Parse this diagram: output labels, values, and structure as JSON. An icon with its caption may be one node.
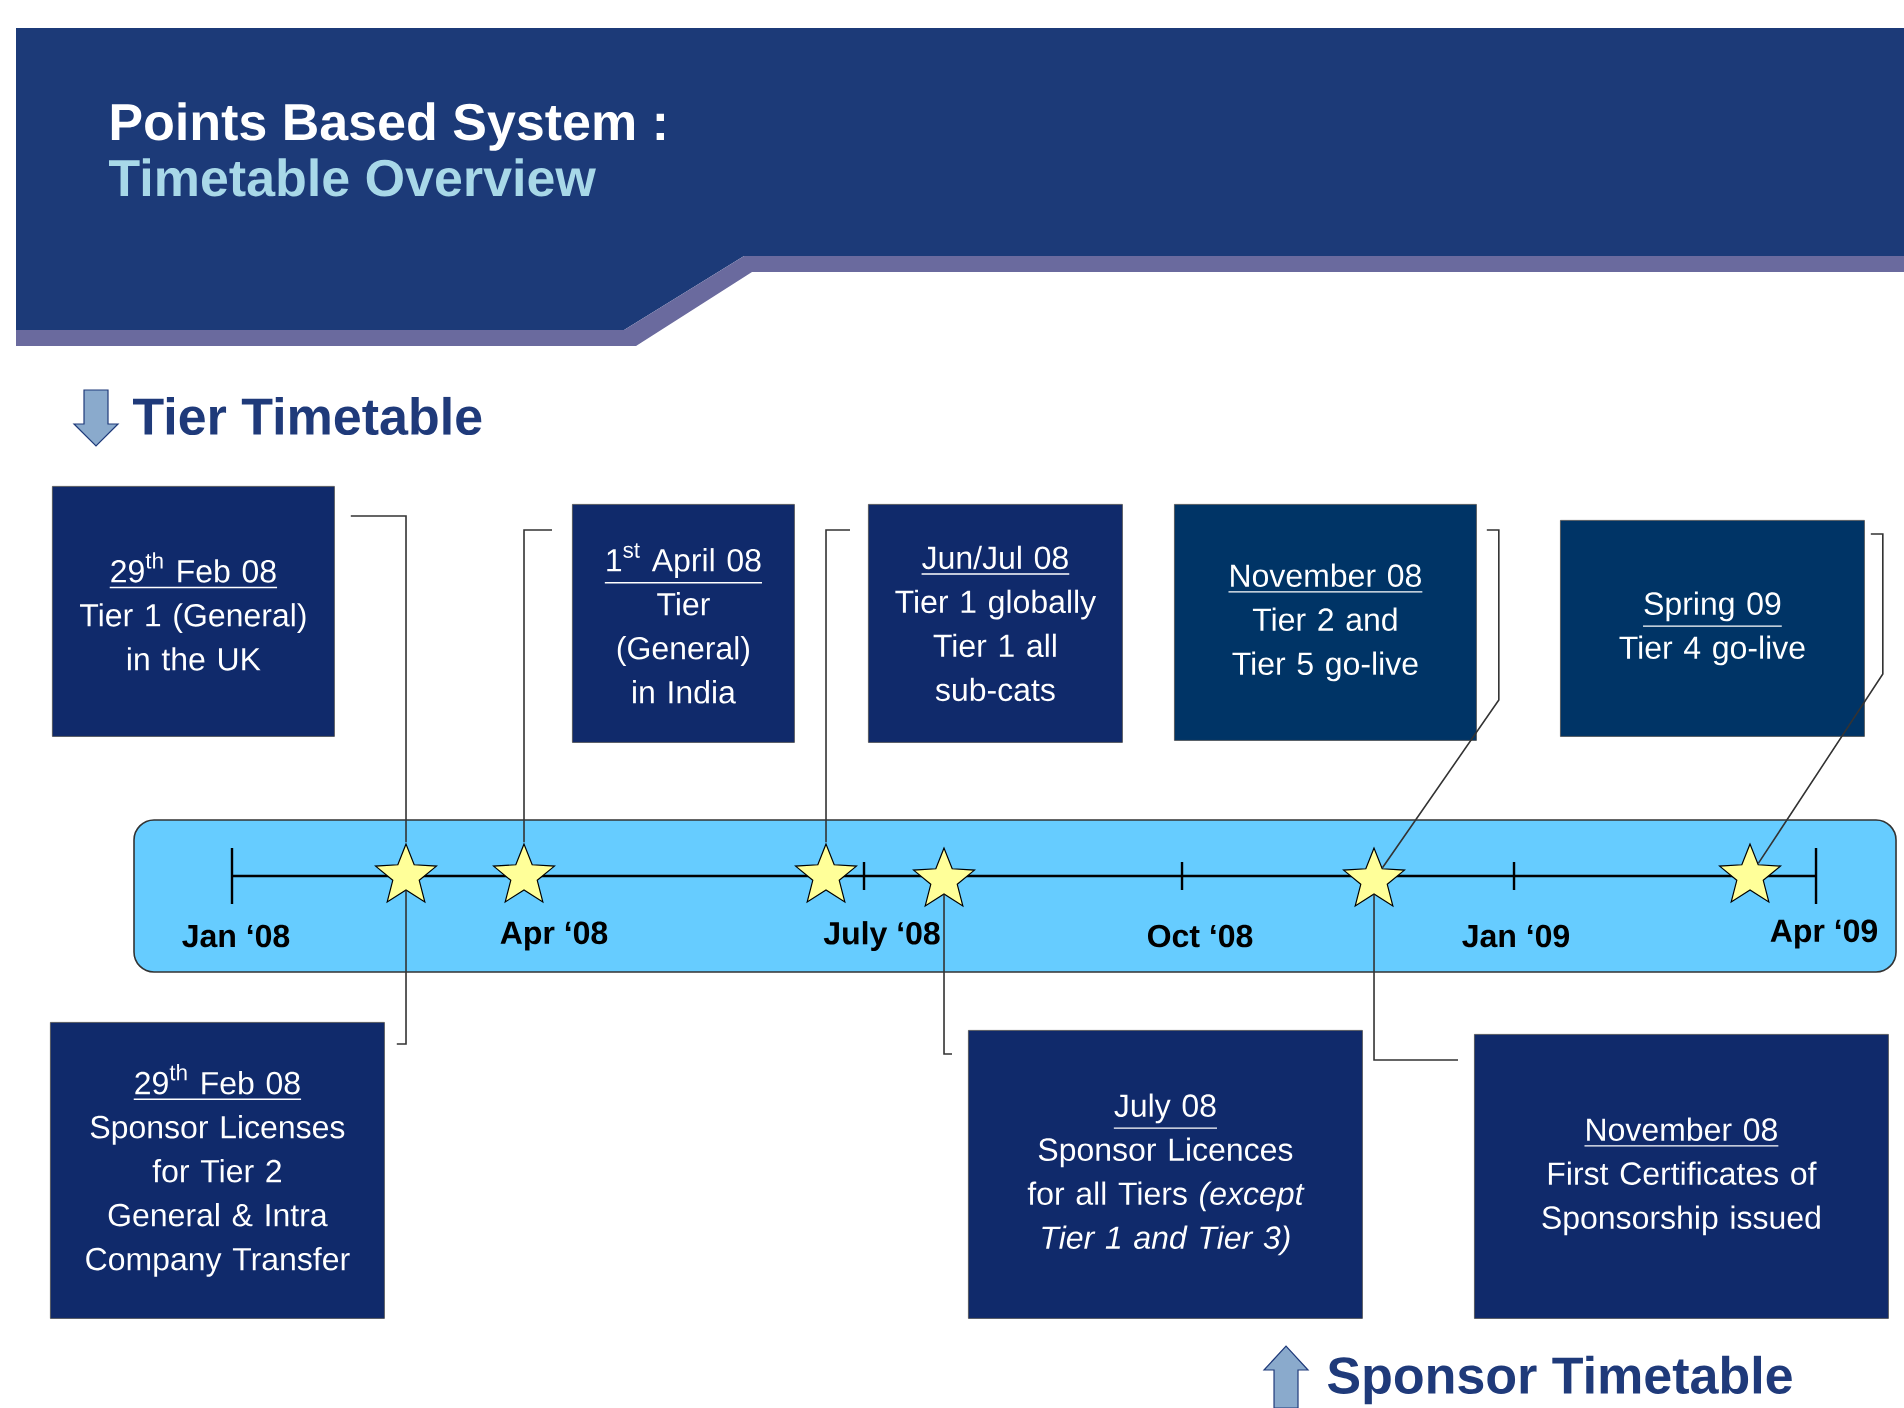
{
  "diagram": {
    "title": "Points Based System :",
    "nodes": [
      {
        "text": [
          "\\text{29}^{\\text{th}}\\text{ Feb 08}",
          "Tier 1 (General) in the UK"
        ]
      },
      {
        "text": [
          "\\text{1}^{\\text{st}}\\text{ April 08}",
          "Tier (General) in India"
        ]
      },
      {
        "text": [
          "Jun/Jul 08",
          "Tier 1 globally Tier 1 all sub-cats"
        ]
      },
      {
        "text": [
          "November 08",
          "Tier 2 and Tier 5 go-live"
        ]
      },
      {
        "text": [
          "Spring 09",
          "Tier 4 go-live"
        ]
      },
      {
        "text": [],
        "shape": "star"
      },
      {
        "text": [],
        "shape": "star"
      },
      {
        "text": [],
        "shape": "star"
      },
      {
        "text": [],
        "shape": "star"
      },
      {
        "text": [],
        "shape": "star"
      },
      {
        "text": [],
        "shape": "star"
      },
      {
        "text": [
          "\\text{29}^{\\text{th}}\\text{ Feb 08}",
          "Sponsor Licenses for Tier 2 General & Intra Company Transfer"
        ]
      },
      {
        "text": [
          "July 08",
          "Sponsor Licences for all Tiers *(except Tier 1 and Tier 3)*"
        ]
      },
      {
        "text": [
          "November 08",
          "First Certificates of Sponsorship issued"
        ]
      }
    ],
    "edges": [
      {
        "from": 0,
        "to": 5,
        "arrow": "none"
      },
      {
        "from": 1,
        "to": 6,
        "arrow": "none"
      },
      {
        "from": 2,
        "to": 7,
        "arrow": "none"
      },
      {
        "from": 3,
        "to": 9,
        "arrow": "none"
      },
      {
        "from": 4,
        "to": 10,
        "arrow": "none"
      },
      {
        "from": 11,
        "to": 5,
        "arrow": "none"
      },
      {
        "from": 12,
        "to": 8,
        "arrow": "none"
      },
      {
        "from": 13,
        "to": 9,
        "arrow": "none"
      }
    ],
    "labels": [
      "Timetable Overview",
      "Tier Timetable",
      "Jan ‘08",
      "Apr ‘08",
      "July  ‘08",
      "Oct ‘08",
      "Jan ‘09",
      "Apr  ‘09",
      "Sponsor Timetable"
    ]
  }
}
